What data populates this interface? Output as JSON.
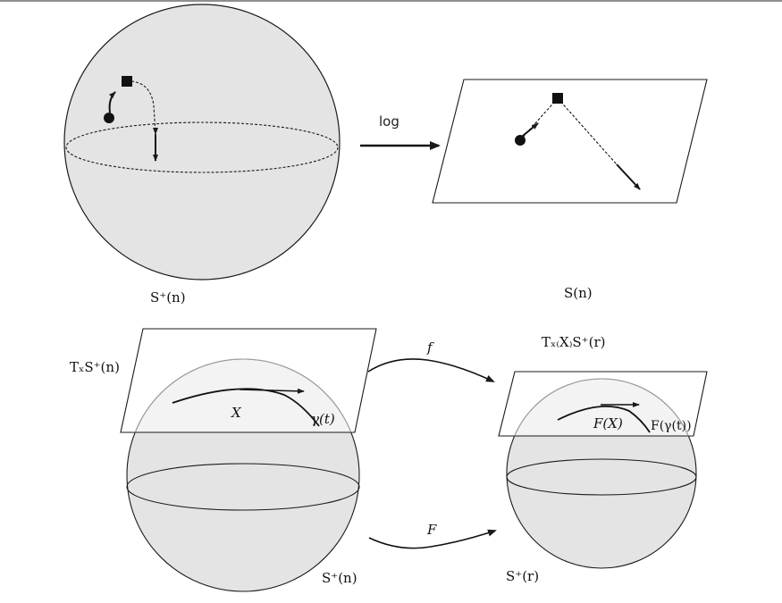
{
  "colors": {
    "sphere_fill": "#e4e4e4",
    "stroke": "#1a1a1a",
    "plane_fill": "#ffffff"
  },
  "top": {
    "sphere_label": "S⁺(n)",
    "arrow_label": "log",
    "plane_label": "S(n)"
  },
  "bottom": {
    "tangent_left_label": "TₓS⁺(n)",
    "point_label": "X",
    "curve_label": "γ(t)",
    "map_f_label": "f",
    "map_F_label": "F",
    "left_sphere_label": "S⁺(n)",
    "tangent_right_label": "Tₓ₍X₎S⁺(r)",
    "image_point_label": "F(X)",
    "image_curve_label": "F(γ(t))",
    "right_sphere_label": "S⁺(r)"
  }
}
